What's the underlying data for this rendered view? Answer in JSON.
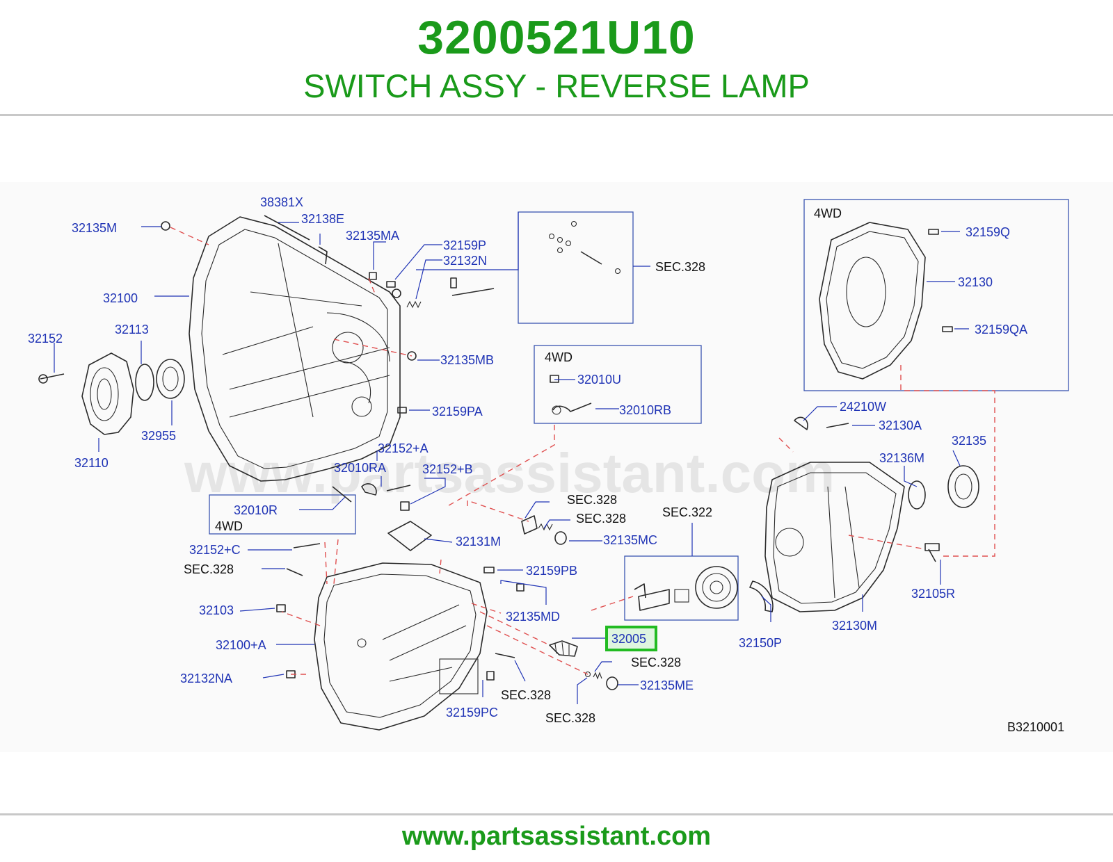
{
  "header": {
    "part_number": "3200521U10",
    "part_name": "SWITCH ASSY - REVERSE LAMP"
  },
  "footer": {
    "url": "www.partsassistant.com"
  },
  "diagram": {
    "watermark": "www.partsassistant.com",
    "diagram_code": "B3210001",
    "highlight_color": "#22bb22",
    "label_color": "#1f33b5",
    "boxes": {
      "top_right": "4WD",
      "middle": "4WD",
      "lower_left": "4WD"
    },
    "highlighted_part": "32005",
    "part_labels": {
      "p38381X": "38381X",
      "p32138E": "32138E",
      "p32135M": "32135M",
      "p32135MA": "32135MA",
      "p32159P": "32159P",
      "p32132N": "32132N",
      "p32100": "32100",
      "p32152": "32152",
      "p32113": "32113",
      "p32135MB": "32135MB",
      "p32159PA": "32159PA",
      "p32955": "32955",
      "p32110": "32110",
      "p32010U": "32010U",
      "p32010RB": "32010RB",
      "p32152A": "32152+A",
      "p32010RA": "32010RA",
      "p32152B": "32152+B",
      "p32010R": "32010R",
      "p32152C": "32152+C",
      "p32131M": "32131M",
      "p32135MC": "32135MC",
      "p32159PB": "32159PB",
      "p32103": "32103",
      "p32135MD": "32135MD",
      "p32100A": "32100+A",
      "p32132NA": "32132NA",
      "p32159PC": "32159PC",
      "p32135ME": "32135ME",
      "p32159Q": "32159Q",
      "p32130": "32130",
      "p32159QA": "32159QA",
      "p24210W": "24210W",
      "p32130A": "32130A",
      "p32135": "32135",
      "p32136M": "32136M",
      "p32105R": "32105R",
      "p32130M": "32130M",
      "p32150P": "32150P"
    },
    "sections": {
      "s1": "SEC.328",
      "s2": "SEC.328",
      "s3": "SEC.328",
      "s4": "SEC.322",
      "s5": "SEC.328",
      "s6": "SEC.328",
      "s7": "SEC.328",
      "s8": "SEC.328"
    }
  }
}
